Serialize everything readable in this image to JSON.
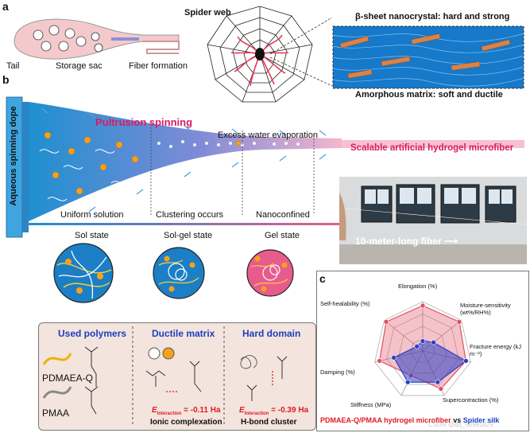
{
  "panel_a": {
    "letter": "a",
    "spider_web_label": "Spider web",
    "tail_label": "Tail",
    "storage_sac_label": "Storage sac",
    "fiber_formation_label": "Fiber formation",
    "beta_sheet_label": "β-sheet nanocrystal: hard and strong",
    "amorphous_label": "Amorphous matrix: soft and ductile"
  },
  "panel_b": {
    "letter": "b",
    "dope_label": "Aqueous spinning dope",
    "pultrusion_label": "Pultrusion spinning",
    "evaporation_label": "Excess water evaporation",
    "microfiber_label": "Scalable artificial hydrogel microfiber",
    "stages": [
      {
        "name": "Uniform solution",
        "state": "Sol state"
      },
      {
        "name": "Clustering occurs",
        "state": "Sol-gel state"
      },
      {
        "name": "Nanoconfined",
        "state": "Gel state"
      }
    ],
    "photo_caption": "10-meter-long fiber",
    "box": {
      "used_polymers_title": "Used polymers",
      "ductile_title": "Ductile matrix",
      "hard_title": "Hard domain",
      "polymer1": "PDMAEA-Q",
      "polymer2": "PMAA",
      "e_ductile": "= -0.11 Ha",
      "e_hard": "= -0.39 Ha",
      "e_symbol": "E",
      "e_sub": "Interaction",
      "ionic_label": "Ionic complexation",
      "hbond_label": "H-bond cluster"
    }
  },
  "panel_c": {
    "letter": "c",
    "axes": [
      "Elongation (%)",
      "Moisture-sensitivity (wt%/RH%)",
      "Fracture energy (kJ m⁻²)",
      "Supercontraction (%)",
      "Stiffness (MPa)",
      "Damping (%)",
      "Self-healability (%)"
    ],
    "legend_part1": "PDMAEA-Q/PMAA hydrogel microfiber",
    "legend_vs": " vs ",
    "legend_part2": "Spider silk",
    "watermark": "CSDN @qq_60981829",
    "colors": {
      "hydrogel": "#e05060",
      "silk": "#2b3fc4"
    }
  },
  "chart_data": {
    "type": "radar",
    "axes": [
      "Elongation (%)",
      "Moisture-sensitivity (wt%/RH%)",
      "Fracture energy (kJ m⁻²)",
      "Supercontraction (%)",
      "Stiffness (MPa)",
      "Damping (%)",
      "Self-healability (%)"
    ],
    "series": [
      {
        "name": "PDMAEA-Q/PMAA hydrogel microfiber",
        "values": [
          0.92,
          0.95,
          0.9,
          0.85,
          0.55,
          0.9,
          0.95
        ]
      },
      {
        "name": "Spider silk",
        "values": [
          0.2,
          0.28,
          0.9,
          0.7,
          0.7,
          0.6,
          0.15
        ]
      }
    ],
    "ylim": [
      0,
      1
    ]
  }
}
